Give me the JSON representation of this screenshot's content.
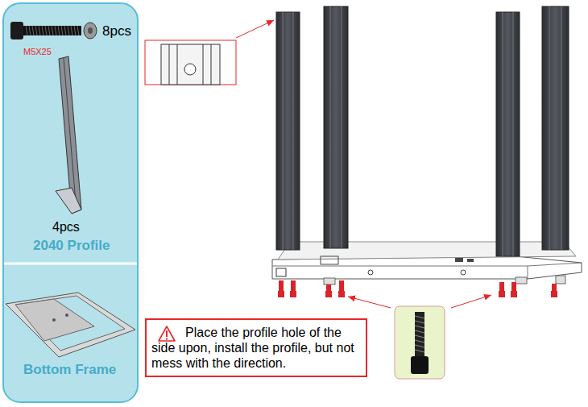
{
  "diagram": {
    "nodes": [
      {
        "text": [
          "M5X25",
          "8pcs",
          "4pcs",
          "2040 Profile",
          "Bottom Frame"
        ]
      },
      {
        "text": [
          "Place the profile hole of the side upon, install the profile, but not mess with the direction."
        ]
      }
    ]
  }
}
